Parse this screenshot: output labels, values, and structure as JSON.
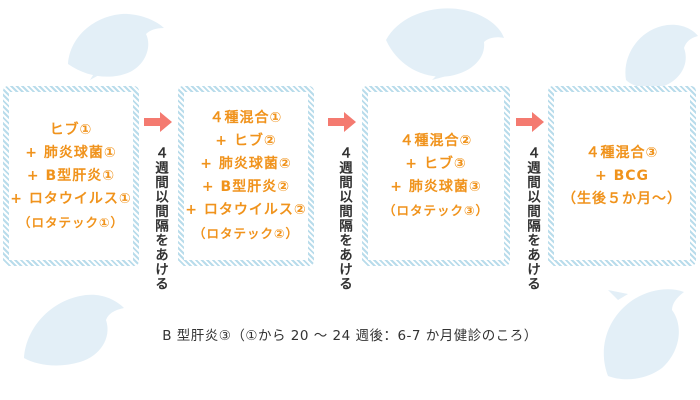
{
  "steps": [
    {
      "lines": [
        "ヒブ①",
        "+ 肺炎球菌①",
        "+ B型肝炎①",
        "+ ロタウイルス①",
        "（ロタテック①）"
      ]
    },
    {
      "lines": [
        "４種混合①",
        "+ ヒブ②",
        "+ 肺炎球菌②",
        "+ B型肝炎②",
        "+ ロタウイルス②",
        "（ロタテック②）"
      ]
    },
    {
      "lines": [
        "４種混合②",
        "+ ヒブ③",
        "+ 肺炎球菌③",
        "（ロタテック③）"
      ]
    },
    {
      "lines": [
        "４種混合③",
        "+ BCG",
        "（生後５か月〜）"
      ]
    }
  ],
  "intervals": [
    "４週間以間隔をあける",
    "４週間以間隔をあける",
    "４週間以間隔をあける"
  ],
  "footnote": "B 型肝炎③（①から 20 〜 24 週後：6-7 か月健診のころ）",
  "colors": {
    "step_text": "#f0931c",
    "arrow": "#f47a70",
    "box_border": "#b9dceb",
    "penguin": "#e3eff7",
    "text": "#333333"
  }
}
